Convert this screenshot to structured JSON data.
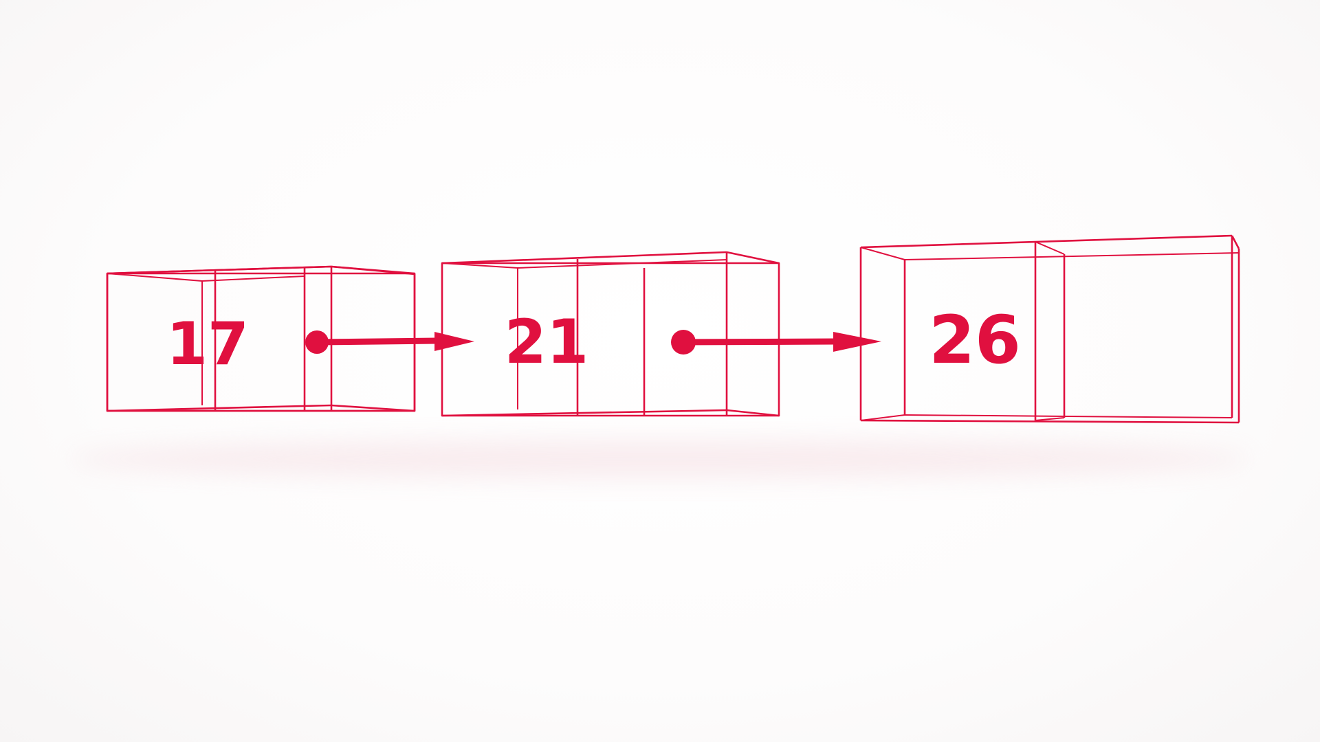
{
  "diagram": {
    "kind": "linked-list",
    "accent_color": "#e0103f",
    "background_color": "#ffffff",
    "nodes": [
      {
        "value": "17",
        "has_next_pointer": true
      },
      {
        "value": "21",
        "has_next_pointer": true
      },
      {
        "value": "26",
        "has_next_pointer": false
      }
    ]
  }
}
